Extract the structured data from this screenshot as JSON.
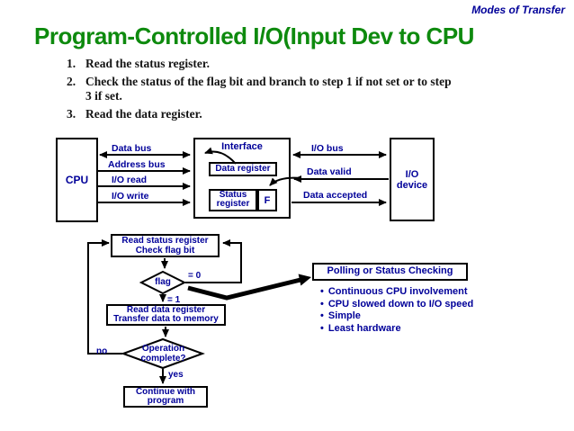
{
  "slide": {
    "kicker": "Modes of Transfer",
    "title": "Program-Controlled I/O(Input Dev to CPU"
  },
  "steps": {
    "items": [
      {
        "num": "1.",
        "text": "Read the status register."
      },
      {
        "num": "2.",
        "text": "Check the status of the flag bit and branch to step 1 if not set or to step\n3 if set."
      },
      {
        "num": "3.",
        "text": "Read the data register."
      }
    ]
  },
  "diagram": {
    "cpu": "CPU",
    "interface": "Interface",
    "data_register": "Data register",
    "status_register": "Status\nregister",
    "flag_bit": "F",
    "io_device": "I/O\ndevice",
    "buses": {
      "data_bus": "Data bus",
      "address_bus": "Address bus",
      "io_read": "I/O read",
      "io_write": "I/O write",
      "io_bus": "I/O bus",
      "data_valid": "Data valid",
      "data_accepted": "Data accepted"
    }
  },
  "flowchart": {
    "read_status": "Read status register\nCheck flag bit",
    "flag": "flag",
    "eq0": "= 0",
    "eq1": "= 1",
    "read_data": "Read data register\nTransfer data to memory",
    "op_complete": "Operation\ncomplete?",
    "no": "no",
    "yes": "yes",
    "continue_with": "Continue with\nprogram"
  },
  "polling": {
    "heading": "Polling or Status Checking",
    "bullets": [
      "Continuous CPU involvement",
      "CPU slowed down to I/O speed",
      "Simple",
      "Least hardware"
    ]
  },
  "colors": {
    "navy_text": "#000099",
    "title_green": "#0E8A0E",
    "line_black": "#000000"
  }
}
